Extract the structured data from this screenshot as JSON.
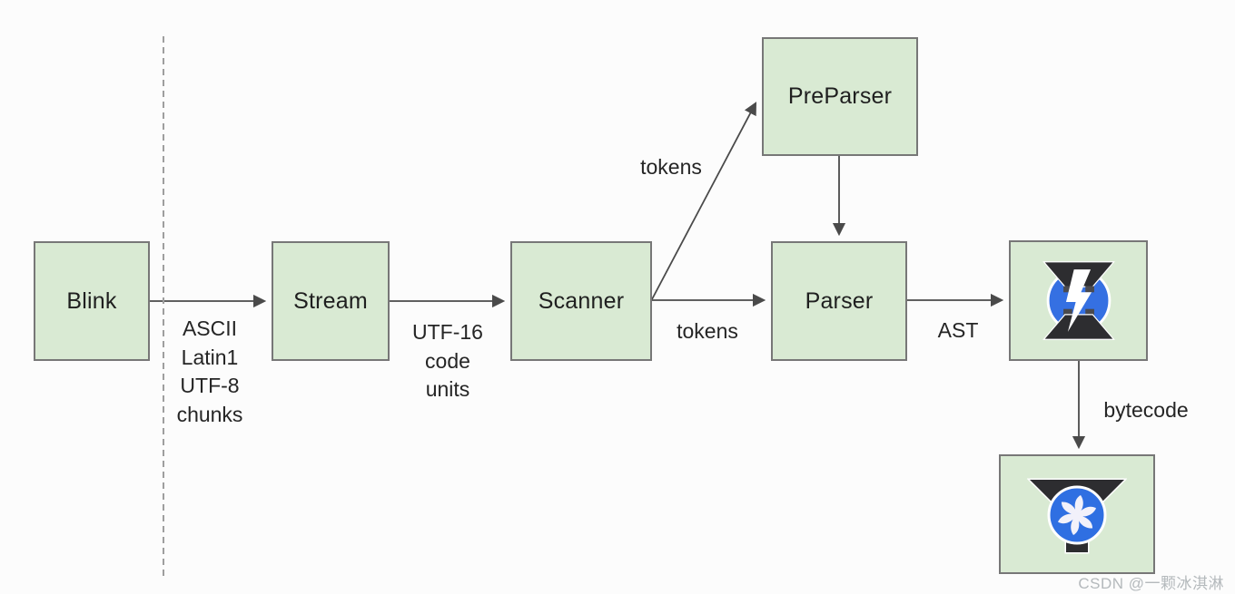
{
  "diagram": {
    "nodes": [
      {
        "id": "blink",
        "label": "Blink"
      },
      {
        "id": "stream",
        "label": "Stream"
      },
      {
        "id": "scanner",
        "label": "Scanner"
      },
      {
        "id": "preparser",
        "label": "PreParser"
      },
      {
        "id": "parser",
        "label": "Parser"
      },
      {
        "id": "ignition",
        "label": "",
        "icon": "ignition-hourglass-lightning-icon"
      },
      {
        "id": "turbofan",
        "label": "",
        "icon": "turbofan-fan-icon"
      }
    ],
    "edge_labels": {
      "encoding_lines": [
        "ASCII",
        "Latin1",
        "UTF-8",
        "chunks"
      ],
      "utf16_lines": [
        "UTF-16",
        "code",
        "units"
      ],
      "tokens_to_preparser": "tokens",
      "tokens_to_parser": "tokens",
      "ast": "AST",
      "bytecode": "bytecode"
    },
    "colors": {
      "node_fill": "#d9ead3",
      "node_border": "#777777",
      "arrow": "#4a4a4a",
      "dashed_line": "#9e9e9e",
      "icon_blue": "#3570e2",
      "icon_dark": "#2d2d30",
      "background": "#fcfcfc",
      "watermark_gray": "#b4b9bc"
    },
    "watermark": "CSDN @一颗冰淇淋"
  }
}
